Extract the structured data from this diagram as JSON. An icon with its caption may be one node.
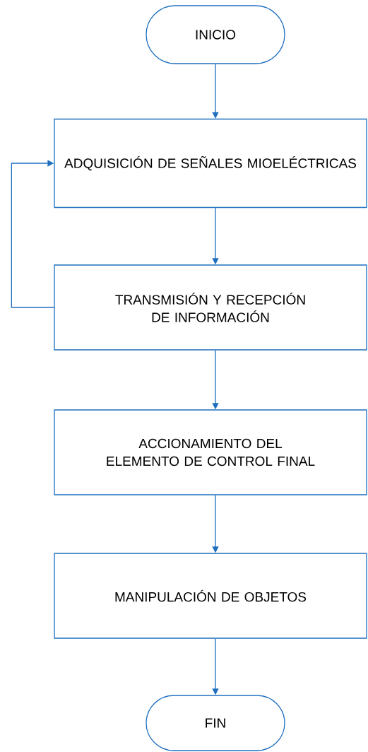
{
  "diagram": {
    "nodes": [
      {
        "text": [
          "INICIO"
        ]
      },
      {
        "text": [
          "ADQUISICIÓN DE SEÑALES MIOELÉCTRICAS"
        ]
      },
      {
        "text": [
          "TRANSMISIÓN Y RECEPCIÓN DE INFORMACIÓN"
        ]
      },
      {
        "text": [
          "ACCIONAMIENTO DEL ELEMENTO DE CONTROL FINAL"
        ]
      },
      {
        "text": [
          "MANIPULACIÓN DE OBJETOS"
        ]
      },
      {
        "text": [
          "FIN"
        ]
      }
    ],
    "edges": [
      {
        "from": 0,
        "to": 1,
        "arrow": "to"
      },
      {
        "from": 1,
        "to": 2,
        "arrow": "to"
      },
      {
        "from": 2,
        "to": 3,
        "arrow": "to"
      },
      {
        "from": 3,
        "to": 4,
        "arrow": "to"
      },
      {
        "from": 4,
        "to": 5,
        "arrow": "to"
      },
      {
        "from": 2,
        "to": 1,
        "arrow": "to"
      }
    ]
  }
}
